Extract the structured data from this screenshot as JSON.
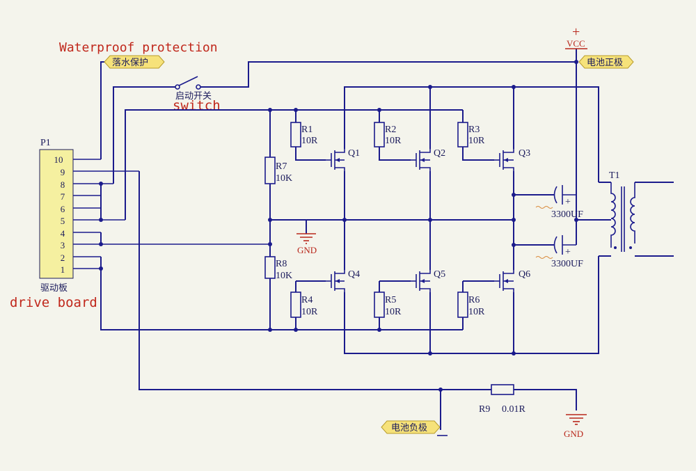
{
  "annotations": {
    "waterproof": "Waterproof protection",
    "switch": "switch",
    "drive_board": "drive board"
  },
  "net_labels": {
    "water_protect": "落水保护",
    "battery_pos": "电池正极",
    "battery_neg": "电池负极"
  },
  "connector": {
    "designator": "P1",
    "name": "驱动板",
    "pins": [
      "10",
      "9",
      "8",
      "7",
      "6",
      "5",
      "4",
      "3",
      "2",
      "1"
    ]
  },
  "switch_label": "启动开关",
  "power": {
    "vcc": "VCC",
    "vcc_symbol": "+",
    "gnd1": "GND",
    "gnd2": "GND"
  },
  "resistors": [
    {
      "ref": "R1",
      "value": "10R"
    },
    {
      "ref": "R2",
      "value": "10R"
    },
    {
      "ref": "R3",
      "value": "10R"
    },
    {
      "ref": "R4",
      "value": "10R"
    },
    {
      "ref": "R5",
      "value": "10R"
    },
    {
      "ref": "R6",
      "value": "10R"
    },
    {
      "ref": "R7",
      "value": "10K"
    },
    {
      "ref": "R8",
      "value": "10K"
    },
    {
      "ref": "R9",
      "value": "0.01R"
    }
  ],
  "transistors": [
    "Q1",
    "Q2",
    "Q3",
    "Q4",
    "Q5",
    "Q6"
  ],
  "capacitors": [
    {
      "value": "3300UF",
      "polarity": "+"
    },
    {
      "value": "3300UF",
      "polarity": "+"
    }
  ],
  "transformer": "T1",
  "colors": {
    "wire": "#1b1b8c",
    "power_symbol": "#b8271b",
    "annotation": "#c0271b",
    "connector_fill": "#f5f0a0",
    "net_flag": "#f6e27a",
    "background": "#f4f4ec"
  }
}
